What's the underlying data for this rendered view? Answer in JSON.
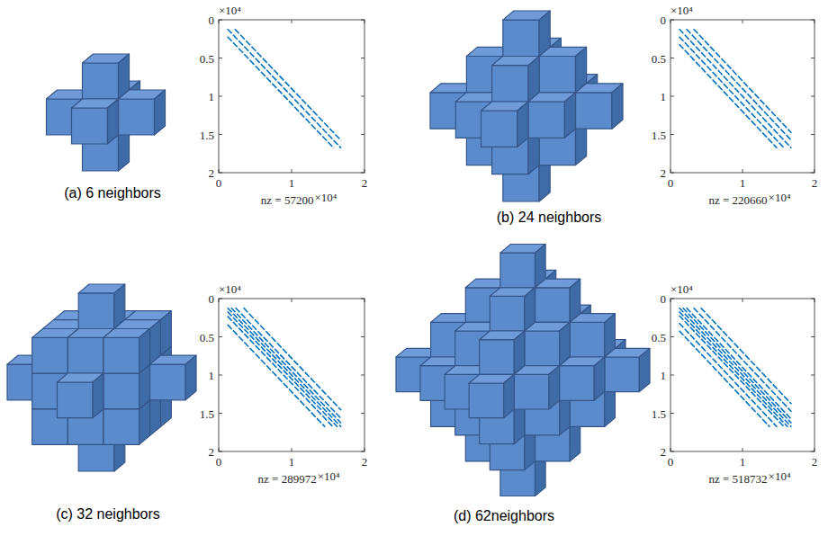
{
  "diagram": {
    "labels": [
      "×10⁴",
      "0",
      "0.5",
      "1",
      "1.5",
      "2",
      "0",
      "1",
      "2",
      "nz = 57200",
      "×10⁴",
      "(a) 6 neighbors",
      "×10⁴",
      "0",
      "0.5",
      "1",
      "1.5",
      "2",
      "0",
      "1",
      "2",
      "nz = 220660",
      "×10⁴",
      "(b) 24 neighbors",
      "×10⁴",
      "0",
      "0.5",
      "1",
      "1.5",
      "2",
      "0",
      "1",
      "2",
      "nz = 289972",
      "×10⁴",
      "(c) 32 neighbors",
      "×10⁴",
      "0",
      "0.5",
      "1",
      "1.5",
      "2",
      "0",
      "1",
      "2",
      "nz = 518732",
      "×10⁴",
      "(d) 62neighbors"
    ]
  }
}
